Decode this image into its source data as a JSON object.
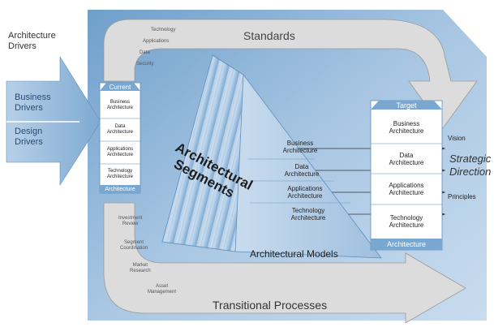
{
  "drivers": {
    "title_line1": "Architecture",
    "title_line2": "Drivers",
    "business_line1": "Business",
    "business_line2": "Drivers",
    "design_line1": "Design",
    "design_line2": "Drivers"
  },
  "standards": {
    "label": "Standards",
    "items": [
      "Technology",
      "Applications",
      "Data",
      "Security"
    ]
  },
  "current": {
    "header": "Current",
    "rows": [
      [
        "Business",
        "Architecture"
      ],
      [
        "Data",
        "Architecture"
      ],
      [
        "Applications",
        "Architecture"
      ],
      [
        "Technology",
        "Architecture"
      ]
    ],
    "footer": "Architecture"
  },
  "segments": {
    "line1": "Architectural",
    "line2": "Segments"
  },
  "models": {
    "rows": [
      [
        "Business",
        "Architecture"
      ],
      [
        "Data",
        "Architecture"
      ],
      [
        "Applications",
        "Architecture"
      ],
      [
        "Technology",
        "Architecture"
      ]
    ],
    "caption": "Architectural Models"
  },
  "target": {
    "header": "Target",
    "rows": [
      [
        "Business",
        "Architecture"
      ],
      [
        "Data",
        "Architecture"
      ],
      [
        "Applications",
        "Architecture"
      ],
      [
        "Technology",
        "Architecture"
      ]
    ],
    "footer": "Architecture"
  },
  "strategic": {
    "vision": "Vision",
    "line1": "Strategic",
    "line2": "Direction",
    "principles": "Principles"
  },
  "transitional": {
    "label": "Transitional Processes",
    "items": [
      [
        "Investment",
        "Review"
      ],
      [
        "Segment",
        "Coordination"
      ],
      [
        "Market",
        "Research"
      ],
      [
        "Asset",
        "Management"
      ]
    ]
  },
  "colors": {
    "panel": "#8eb6d8",
    "arrow": "#dcdcdc",
    "header": "#7aa7d0",
    "prism": "#9cc0e0"
  }
}
